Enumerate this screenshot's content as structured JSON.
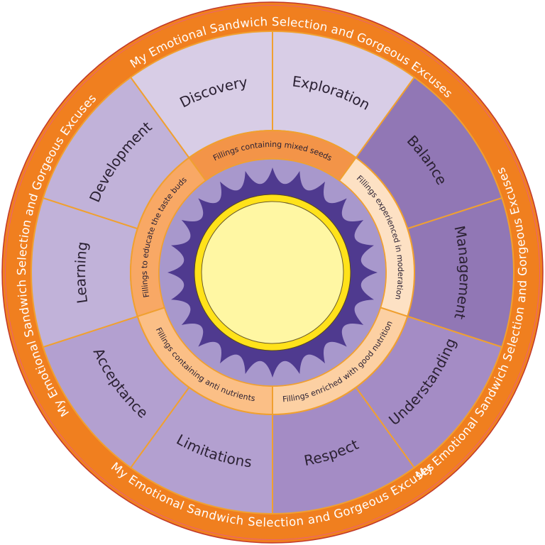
{
  "outer_ring": {
    "phrase": "My Emotional Sandwich Selection and Gorgeous Excuses"
  },
  "segments": [
    {
      "label": "Exploration",
      "color": "#d8cde6"
    },
    {
      "label": "Balance",
      "color": "#9177b5"
    },
    {
      "label": "Management",
      "color": "#9177b5"
    },
    {
      "label": "Understanding",
      "color": "#a48cc5"
    },
    {
      "label": "Respect",
      "color": "#a48cc5"
    },
    {
      "label": "Limitations",
      "color": "#b3a0d0"
    },
    {
      "label": "Acceptance",
      "color": "#b3a0d0"
    },
    {
      "label": "Learning",
      "color": "#c1b2d9"
    },
    {
      "label": "Development",
      "color": "#c1b2d9"
    },
    {
      "label": "Discovery",
      "color": "#d8cde6"
    }
  ],
  "fillings": [
    {
      "label": "Fillings containing mixed seeds",
      "color": "#f39448"
    },
    {
      "label": "Fillings experienced in moderation",
      "color": "#fde1c4"
    },
    {
      "label": "Fillings enriched with good nutrition",
      "color": "#fcd0a3"
    },
    {
      "label": "Fillings containing anti nutrients",
      "color": "#fbbf86"
    },
    {
      "label": "Fillings to educate the taste buds",
      "color": "#f8a865"
    }
  ],
  "colors": {
    "outer_ring": "#f07f1f",
    "outer_ring_border": "#c0392b",
    "divider": "#f0a030",
    "sun_rays": "#4f3a8f",
    "sun_background": "#a898cc",
    "sun_outer_ring": "#ffe21a",
    "sun_core": "#fff7a3"
  },
  "icons": {
    "center": "sun-icon"
  }
}
